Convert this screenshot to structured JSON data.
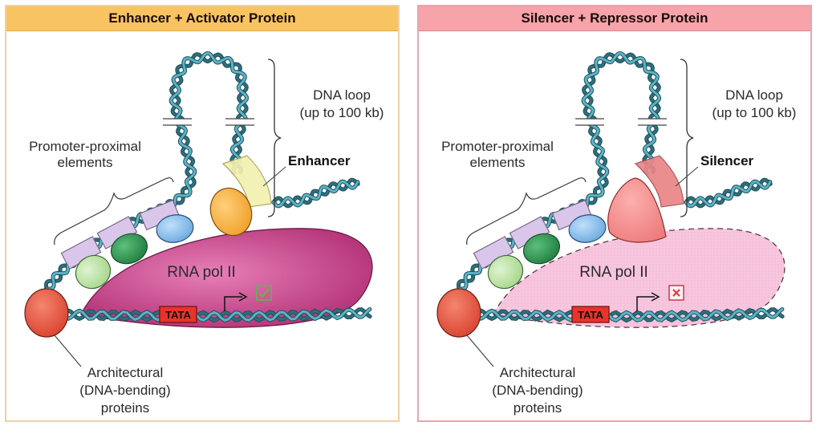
{
  "panels": [
    {
      "id": "enhancer",
      "title": "Enhancer + Activator Protein",
      "dna_loop_label": [
        "DNA loop",
        "(up to 100 kb)"
      ],
      "regulatory_element_label": "Enhancer",
      "promoter_label": [
        "Promoter-proximal",
        "elements"
      ],
      "polymerase_label": "RNA pol II",
      "tata_label": "TATA",
      "architectural_label": [
        "Architectural",
        "(DNA-bending)",
        "proteins"
      ],
      "transcription_status": "active",
      "status_icon": "check-icon",
      "colors": {
        "header": "#f8c462",
        "border": "#f5cfa1",
        "polymerase": "#c0367f",
        "regulatory_element": "#f2f0b0",
        "regulatory_protein": "#f5a93a",
        "status": "#5fb848"
      }
    },
    {
      "id": "silencer",
      "title": "Silencer + Repressor Protein",
      "dna_loop_label": [
        "DNA loop",
        "(up to 100 kb)"
      ],
      "regulatory_element_label": "Silencer",
      "promoter_label": [
        "Promoter-proximal",
        "elements"
      ],
      "polymerase_label": "RNA pol II",
      "tata_label": "TATA",
      "architectural_label": [
        "Architectural",
        "(DNA-bending)",
        "proteins"
      ],
      "transcription_status": "blocked",
      "status_icon": "x-icon",
      "colors": {
        "header": "#f6a3a9",
        "border": "#e8a4ae",
        "polymerase": "#f7c4dc",
        "regulatory_element": "#e98587",
        "regulatory_protein": "#f28a8a",
        "status": "#e03a3a"
      }
    }
  ],
  "shared_colors": {
    "dna_light": "#5ab4c8",
    "dna_dark": "#2e6f7c",
    "promoter_box": "#d9c6ea",
    "protein_light_green": "#b8e0a0",
    "protein_dark_green": "#2f9a55",
    "protein_blue": "#7fb8e8",
    "architectural_protein": "#e0533f",
    "tata_box": "#e8332a"
  }
}
